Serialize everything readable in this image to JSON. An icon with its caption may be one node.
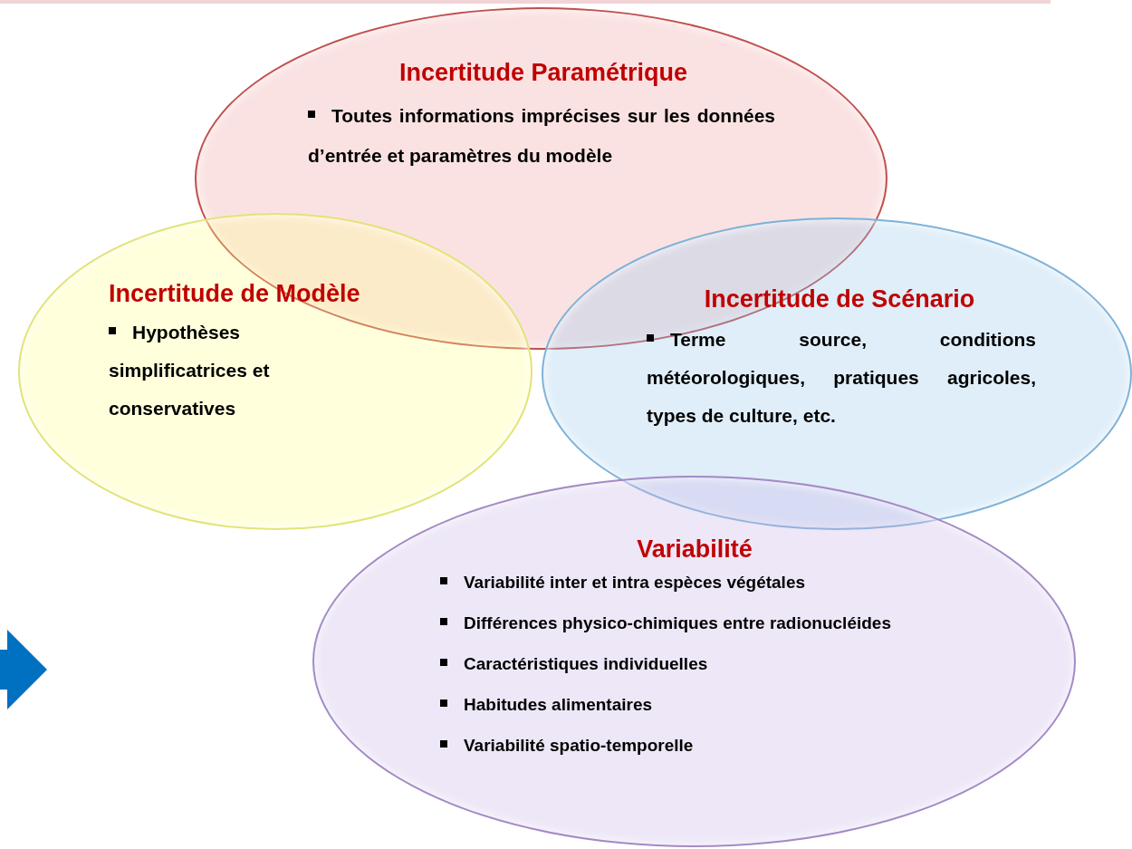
{
  "diagram": {
    "nodes": [
      {
        "text": [
          "Incertitude Paramétrique",
          "Toutes informations imprécises sur les données d’entrée et paramètres du modèle"
        ]
      },
      {
        "text": [
          "Incertitude de Modèle",
          "Hypothèses simplificatrices et conservatives"
        ]
      },
      {
        "text": [
          "Incertitude de Scénario",
          "Terme source, conditions météorologiques, pratiques agricoles, types de culture, etc."
        ]
      },
      {
        "text": [
          "Variabilité",
          "Variabilité inter et intra espèces végétales",
          "Différences physico-chimiques entre radionucléides",
          "Caractéristiques individuelles",
          "Habitudes alimentaires",
          "Variabilité spatio-temporelle"
        ]
      }
    ]
  }
}
